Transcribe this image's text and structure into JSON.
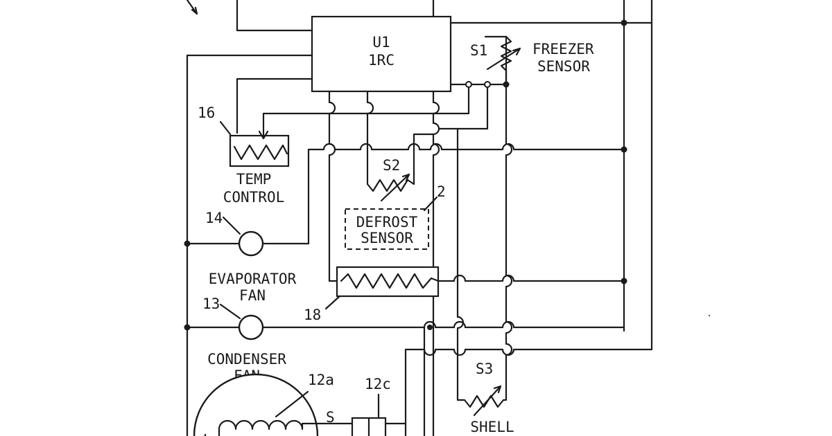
{
  "controller": {
    "line1": "U1",
    "line2": "1RC"
  },
  "freezer_sensor": {
    "ref": "S1",
    "line1": "FREEZER",
    "line2": "SENSOR"
  },
  "temp_control": {
    "ref": "16",
    "line1": "TEMP",
    "line2": "CONTROL"
  },
  "defrost_sensor": {
    "ref": "S2",
    "number": "2",
    "line1": "DEFROST",
    "line2": "SENSOR"
  },
  "evaporator_fan": {
    "ref": "14",
    "line1": "EVAPORATOR",
    "line2": "FAN"
  },
  "heater": {
    "ref": "18"
  },
  "condenser_fan": {
    "ref": "13",
    "line1": "CONDENSER",
    "line2": "FAN"
  },
  "compressor": {
    "ref_winding": "12a",
    "ref_relay": "12c",
    "terminal": "S"
  },
  "shell_sensor": {
    "ref": "S3",
    "line1": "SHELL"
  },
  "colors": {
    "ink": "#1a1a1a",
    "paper": "#ffffff"
  }
}
